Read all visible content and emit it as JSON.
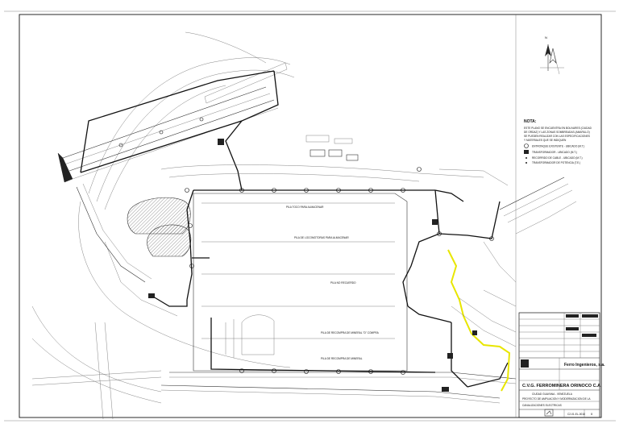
{
  "notes": {
    "title": "NOTA:",
    "body": [
      "ESTE PLANO SE ENCUENTRA EN BOLIVARES (CIUDAD",
      "DE ORDAZ) Y LAS ZONAS SOMBREADAS (AMARILLO)",
      "SE PUEDEN REALIZAR CON LAS ESPECIFICACIONES",
      "Y MATERIALES QUE SE INDIQUEN"
    ]
  },
  "legend": {
    "items": [
      {
        "label": "ENTRONQUE EXISTENTE - UBICADO (M.T.)"
      },
      {
        "label": "TRANSFORMADOR - UBICADO (M.T.)"
      },
      {
        "label": "RECORRIDO DE CABLE - UBICADO (M.T.)"
      },
      {
        "label": "TRANSFORMADOR DE POTENCIA (T.E.)"
      }
    ]
  },
  "areas": {
    "pila_top": "PILA TOCO PARA ALMACENAR",
    "pila_2": "PILA DE LOCOMOTORAS PARA ALMACENAR",
    "pila_3": "PILA NO RECUERDO",
    "pila_4": "PILA DE RECOMPRA DE MINERAL \"D\" COMPRA",
    "pila_5": "PILA DE RECOMPRA DE MINERAL"
  },
  "title_block": {
    "company": "C.V.G. FERROMINERA ORINOCO C.A.",
    "subtitle": "CIUDAD GUAYANA - VENEZUELA",
    "firm": "Ferro Ingenieros, s.a.",
    "project": "PROYECTO DE AMPLIACION Y MODERNIZACION DE LA",
    "drawing": "CANALIZACIONES ELECTRICAS",
    "number": "C2-01-EL-0018",
    "rev": "0"
  },
  "north": {
    "label": "N"
  }
}
